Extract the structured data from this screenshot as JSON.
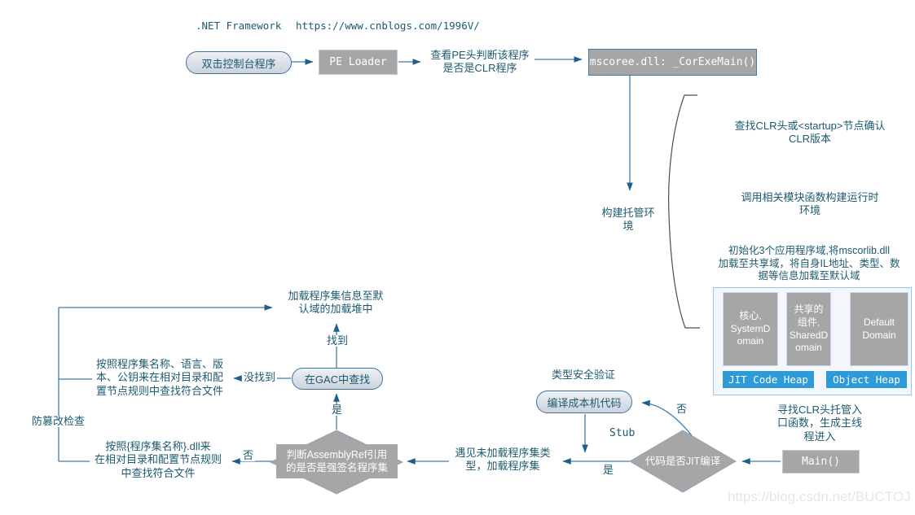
{
  "page": {
    "header_label": ".NET Framework",
    "header_url": "https://www.cnblogs.com/1996V/",
    "watermark": "https://blog.csdn.net/BUCTOJ"
  },
  "colors": {
    "text": "#1c5a70",
    "line": "#3e7cab",
    "arrowhead": "#1f5f8b",
    "node_gray": "#a6a6a6",
    "heap_blue": "#2e9ad7",
    "container_border": "#9dc3e6"
  },
  "nodes": {
    "start_pill": "双击控制台程序",
    "pe_loader": "PE Loader",
    "check_pe": "查看PE头判断该程序\n是否是CLR程序",
    "mscoree": "mscoree.dll: _CorExeMain()",
    "build_env": "构建托管环\n境",
    "find_clr": "查找CLR头或<startup>节点确认\nCLR版本",
    "call_modules": "调用相关模块函数构建运行时\n环境",
    "init_domains": "初始化3个应用程序域,将mscorlib.dll\n加载至共享域，将自身IL地址、类型、数\n据等信息加载至默认域",
    "domain_core": "核心,\nSystemD\nomain",
    "domain_shared": "共享的\n组件,\nSharedD\nomain",
    "domain_default": "Default\nDomain",
    "jit_heap": "JIT Code Heap",
    "object_heap": "Object Heap",
    "load_info": "加载程序集信息至默\n认域的加载堆中",
    "gac_pill": "在GAC中查找",
    "search_by_name": "按照程序集名称、语言、版\n本、公钥来在相对目录和配\n置节点规则中查找符合文件",
    "tamper_check": "防篡改检查",
    "search_by_dll": "按照{程序集名称}.dll来\n在相对目录和配置节点规则\n中查找符合文件",
    "assembly_ref": "判断AssemblyRef引用\n的是否是强签名程序集",
    "meet_unloaded": "遇见未加载程序集类\n型，加载程序集",
    "type_safety": "类型安全验证",
    "compile_native": "编译成本机代码",
    "jit_diamond": "代码是否JIT编译",
    "main_box": "Main()",
    "find_entry": "寻找CLR头托管入\n口函数，生成主线\n程进入"
  },
  "labels": {
    "found": "找到",
    "not_found": "没找到",
    "yes_gac": "是",
    "no_left": "否",
    "yes_right": "是",
    "no_jit": "否",
    "stub": "Stub"
  }
}
